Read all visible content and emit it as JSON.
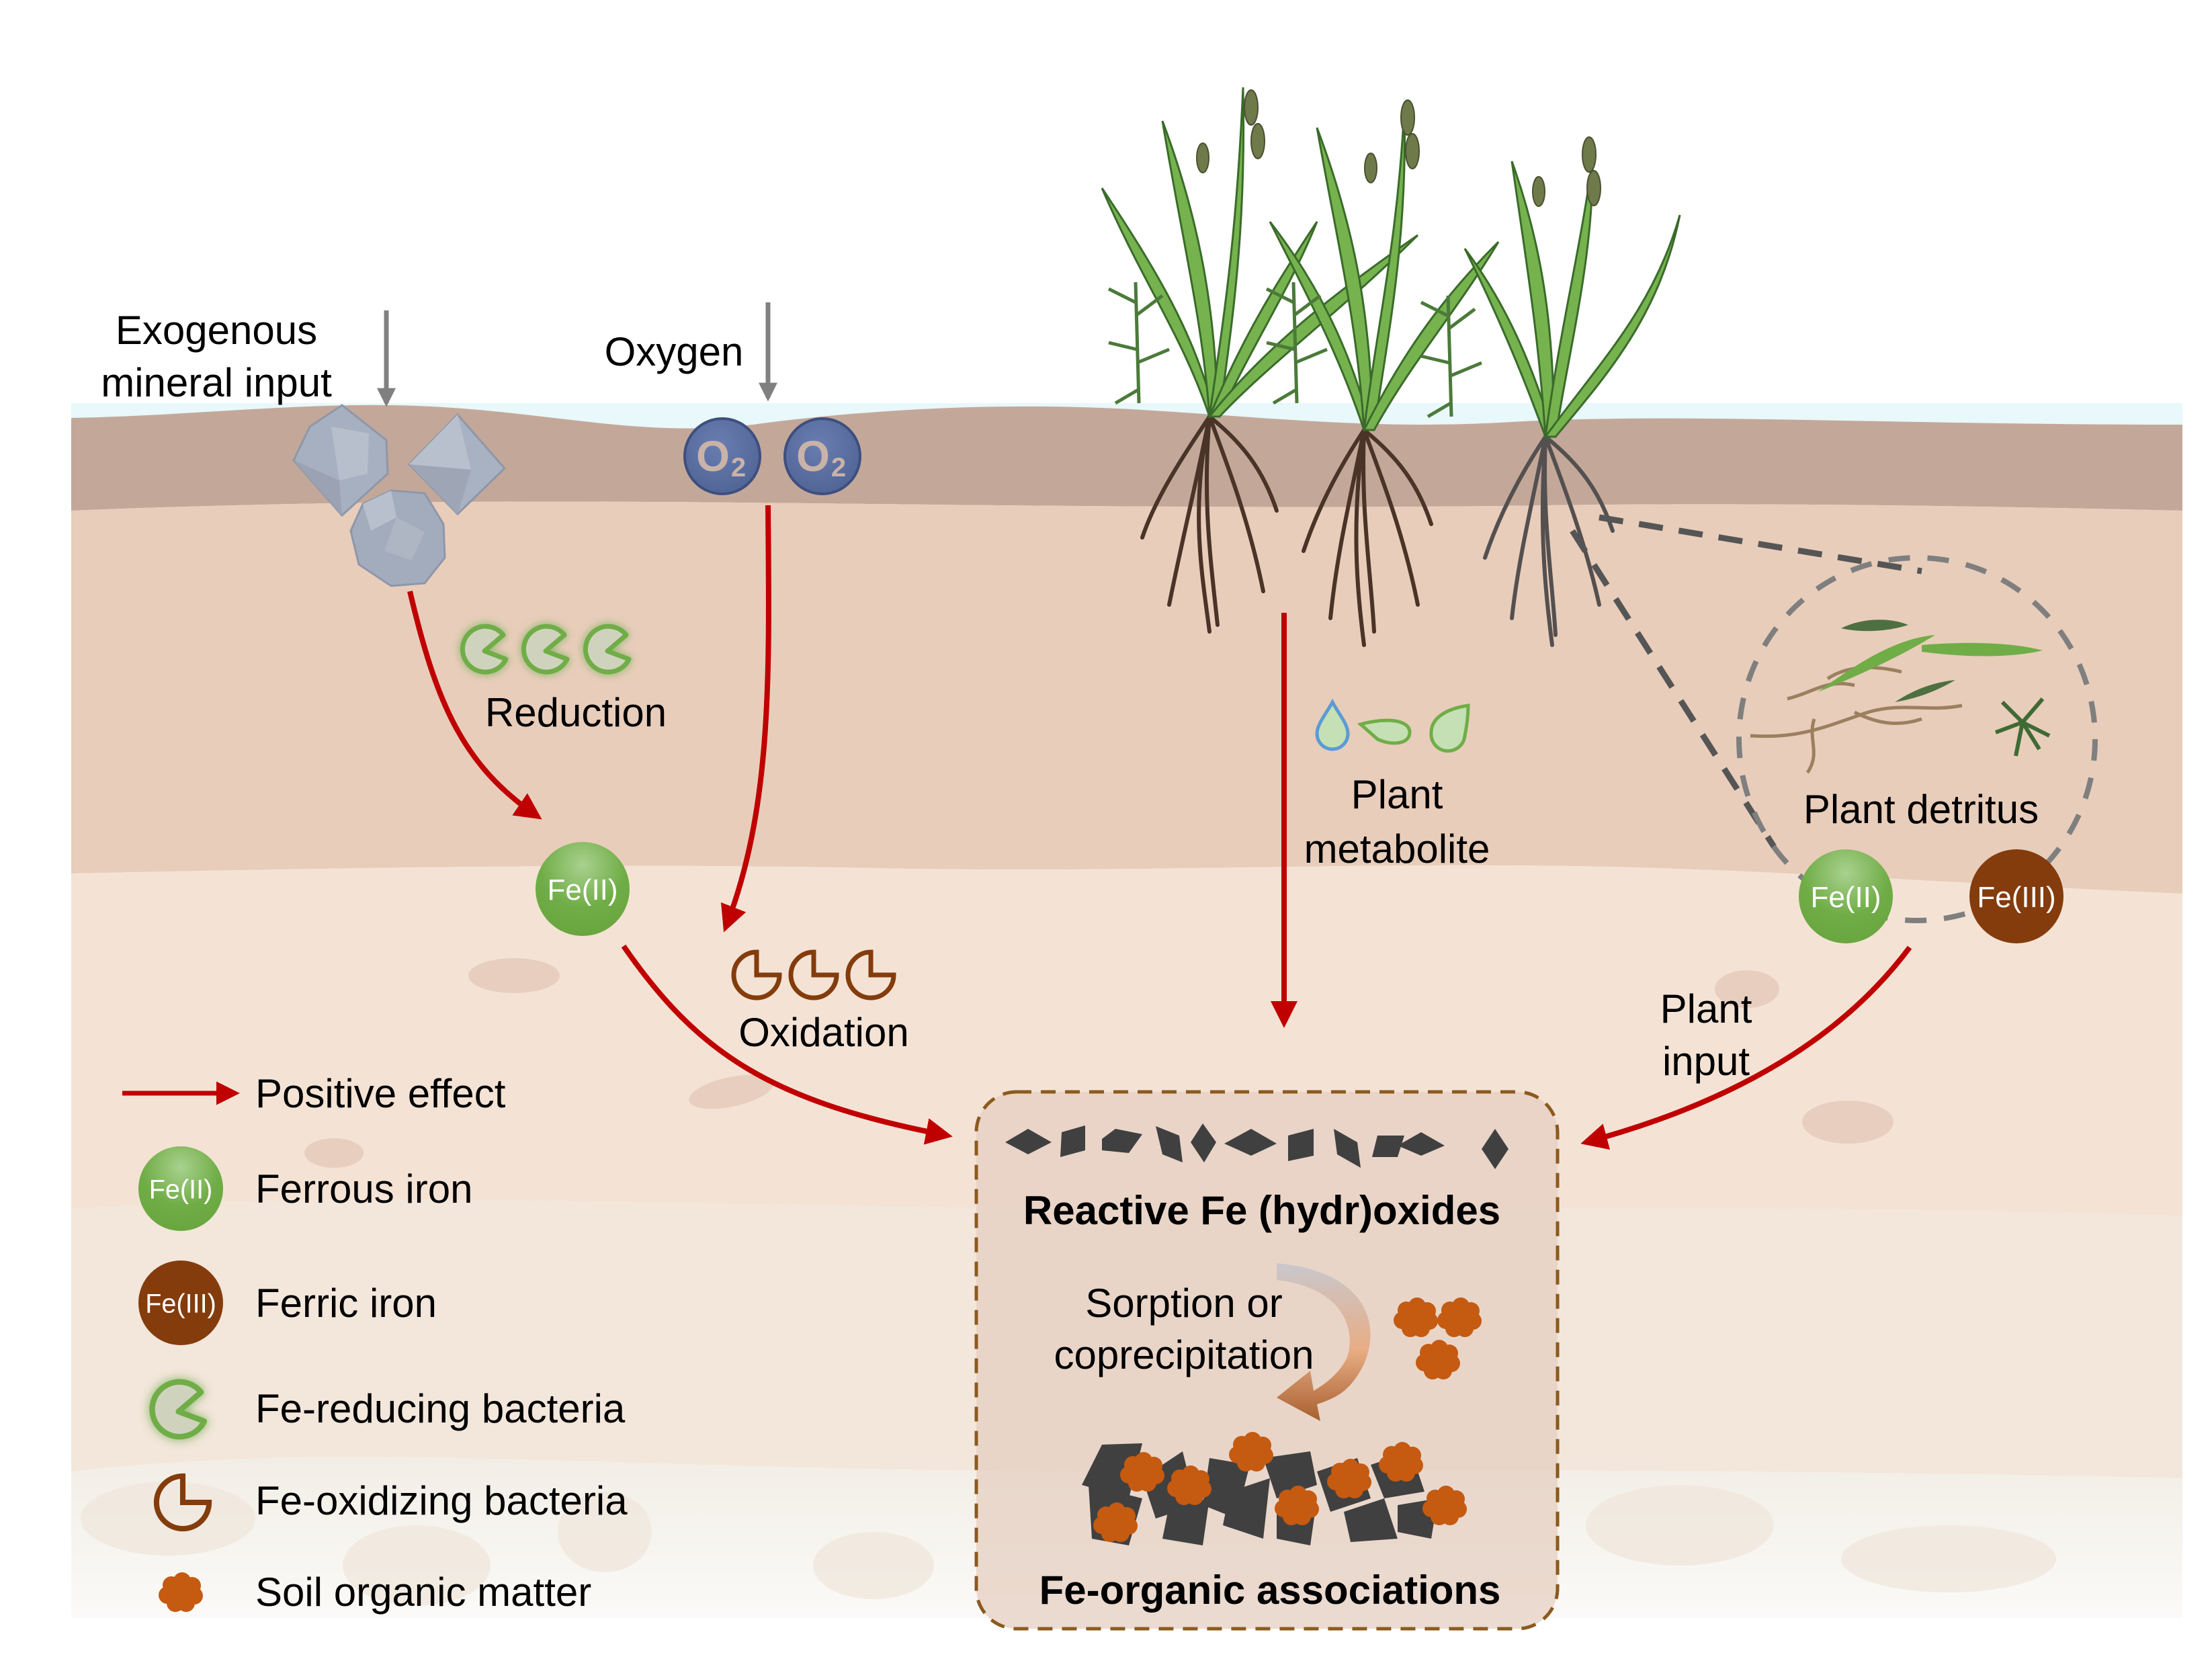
{
  "title": "Iron-mediated soil organic matter stabilization diagram",
  "colors": {
    "positive_arrow": "#c00000",
    "ferrous_iron": "#70ad47",
    "ferric_iron": "#843c0c",
    "fe_reducing_bacteria": "#70ad47",
    "fe_oxidizing_bacteria": "#843c0c",
    "soil_organic_matter": "#c55a11",
    "fe_oxide": "#404040",
    "oxygen": "#5a6fa0",
    "input_arrow": "#808080",
    "box_border": "#8b5a1e"
  },
  "inputs": {
    "mineral_line1": "Exogenous",
    "mineral_line2": "mineral input",
    "oxygen": "Oxygen",
    "o2_symbol": "O",
    "o2_subscript": "2"
  },
  "processes": {
    "reduction": "Reduction",
    "oxidation": "Oxidation",
    "plant_metabolite_line1": "Plant",
    "plant_metabolite_line2": "metabolite",
    "plant_detritus": "Plant detritus",
    "plant_input_line1": "Plant",
    "plant_input_line2": "input"
  },
  "ions": {
    "ferrous": "Fe(II)",
    "ferric": "Fe(III)"
  },
  "center_box": {
    "reactive_label": "Reactive Fe (hydr)oxides",
    "sorption_line1": "Sorption or",
    "sorption_line2": "coprecipitation",
    "association_label": "Fe-organic associations"
  },
  "legend": {
    "items": [
      {
        "symbol": "red-arrow",
        "label": "Positive effect"
      },
      {
        "symbol": "fe2-circle",
        "label": "Ferrous iron",
        "symbol_text": "Fe(II)"
      },
      {
        "symbol": "fe3-circle",
        "label": "Ferric iron",
        "symbol_text": "Fe(III)"
      },
      {
        "symbol": "fe-reducing-bacteria-icon",
        "label": "Fe-reducing bacteria"
      },
      {
        "symbol": "fe-oxidizing-bacteria-icon",
        "label": "Fe-oxidizing bacteria"
      },
      {
        "symbol": "soil-organic-matter-icon",
        "label": "Soil organic matter"
      }
    ]
  }
}
